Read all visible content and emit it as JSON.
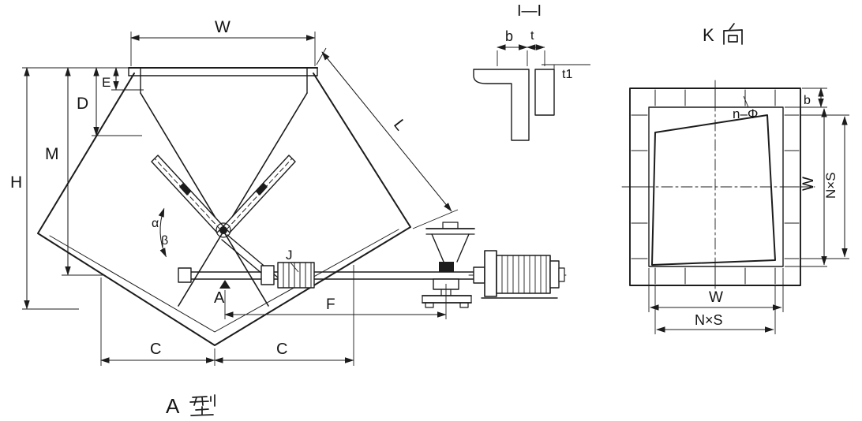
{
  "colors": {
    "ink": "#1c1c1c",
    "background": "#ffffff"
  },
  "main_view": {
    "caption": "A型",
    "caption_latin": "A",
    "dims": {
      "w": "W",
      "e": "E",
      "d": "D",
      "m": "M",
      "h": "H",
      "l": "L",
      "f": "F",
      "c_left": "C",
      "c_right": "C"
    },
    "labels": {
      "alpha": "α",
      "beta": "β",
      "a": "A",
      "j": "J"
    }
  },
  "section_view": {
    "title": "I—I",
    "dims": {
      "b": "b",
      "t": "t",
      "t1": "t1"
    }
  },
  "k_view": {
    "title": "K向",
    "title_latin": "K",
    "labels": {
      "n_phi": "n–Φ"
    },
    "dims": {
      "b": "b",
      "w_right": "W",
      "nxs_right": "N×S",
      "w_bottom": "W",
      "nxs_bottom": "N×S"
    }
  }
}
